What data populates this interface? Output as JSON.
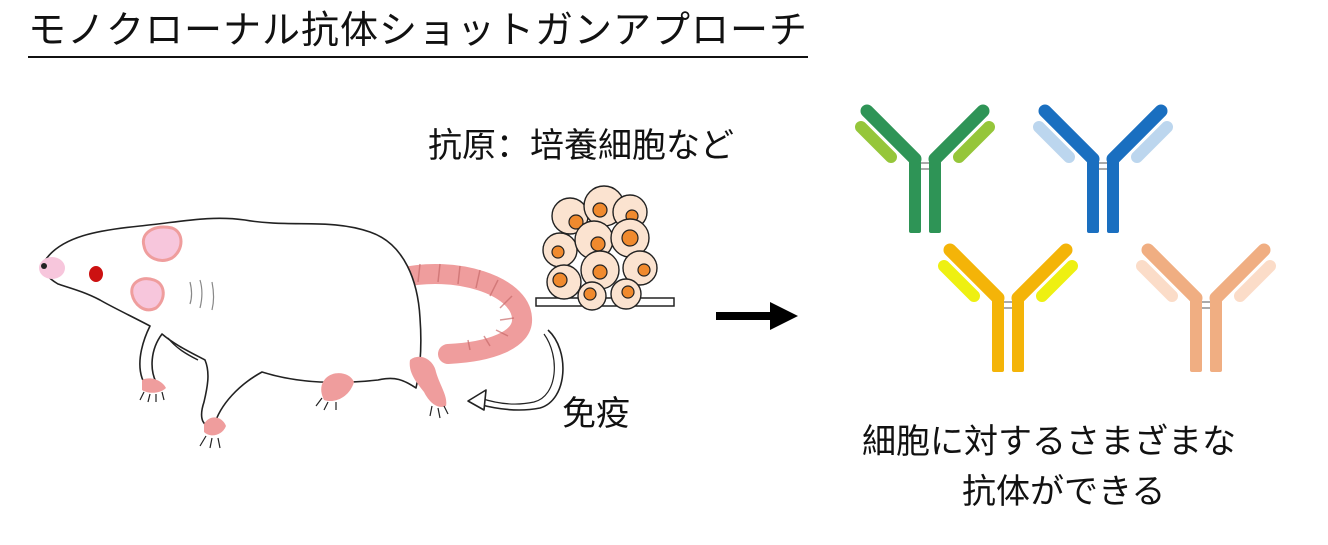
{
  "title": "モノクローナル抗体ショットガンアプローチ",
  "antigen_label": "抗原：培養細胞など",
  "immunize_label": "免疫",
  "result_line_1": "細胞に対するさまざまな",
  "result_line_2": "抗体ができる",
  "colors": {
    "rat_outline": "#222222",
    "rat_pink": "#f4a0a0",
    "ear_inner": "#f7c6dc",
    "eye": "#cc1111",
    "cell_fill": "#fbe3d0",
    "cell_nucleus": "#f08a2e",
    "arrow": "#000000"
  },
  "antibodies": [
    {
      "heavy": "#2e9456",
      "light": "#95c63a",
      "hinge": "#aaaaaa"
    },
    {
      "heavy": "#1a6fc0",
      "light": "#bcd6ee",
      "hinge": "#aaaaaa"
    },
    {
      "heavy": "#f4b408",
      "light": "#eef012",
      "hinge": "#aaaaaa"
    },
    {
      "heavy": "#f0ae82",
      "light": "#fbdcc8",
      "hinge": "#aaaaaa"
    }
  ]
}
